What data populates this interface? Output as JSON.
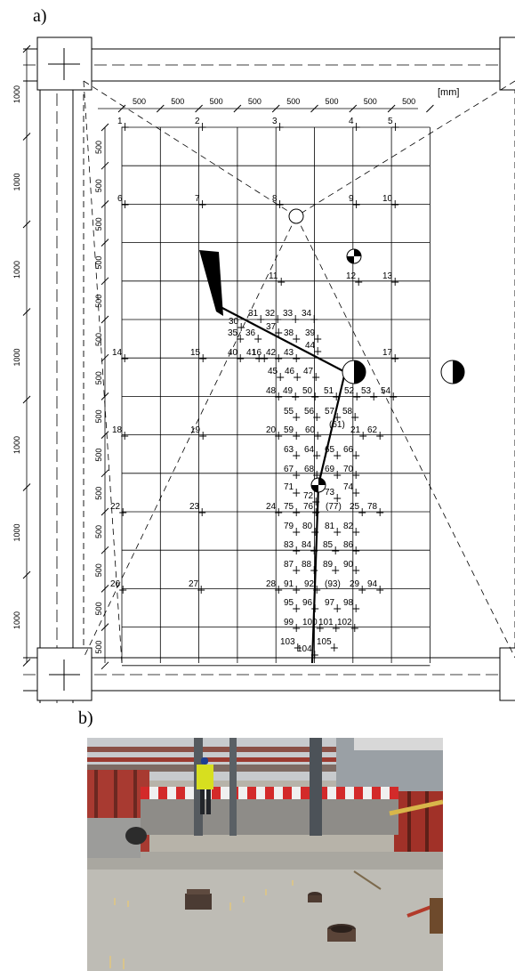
{
  "panel_a_label": "a)",
  "panel_b_label": "b)",
  "unit_label": "[mm]",
  "top_spacing_labels": [
    "500",
    "500",
    "500",
    "500",
    "500",
    "500",
    "500",
    "500"
  ],
  "left_side_labels": [
    "1000",
    "1000",
    "1000",
    "1000",
    "1000",
    "1000",
    "1000"
  ],
  "left_row_labels": [
    "500",
    "500",
    "500",
    "500",
    "500",
    "500",
    "500",
    "500",
    "500",
    "500",
    "500",
    "500",
    "500",
    "500"
  ],
  "point_labels": [
    "1",
    "2",
    "3",
    "4",
    "5",
    "6",
    "7",
    "8",
    "9",
    "10",
    "11",
    "12",
    "13",
    "14",
    "15",
    "16",
    "17",
    "18",
    "19",
    "20",
    "21",
    "22",
    "23",
    "24",
    "25",
    "26",
    "27",
    "28",
    "29",
    "30",
    "31",
    "32",
    "33",
    "34",
    "35",
    "36",
    "37",
    "38",
    "39",
    "40",
    "41",
    "42",
    "43",
    "44",
    "45",
    "46",
    "47",
    "48",
    "49",
    "50",
    "51",
    "52",
    "53",
    "54",
    "55",
    "56",
    "57",
    "58",
    "59",
    "60",
    "(61)",
    "62",
    "63",
    "64",
    "65",
    "66",
    "67",
    "68",
    "69",
    "70",
    "71",
    "72",
    "73",
    "74",
    "75",
    "76",
    "(77)",
    "78",
    "79",
    "80",
    "81",
    "82",
    "83",
    "84",
    "85",
    "86",
    "87",
    "88",
    "89",
    "90",
    "91",
    "92",
    "(93)",
    "94",
    "95",
    "96",
    "97",
    "98",
    "99",
    "100",
    "101",
    "102",
    "103",
    "104",
    "105"
  ],
  "colors": {
    "line": "#000000",
    "barrier_red": "#d32a2a",
    "barrier_white": "#f2f2f2",
    "scaffold_red": "#b53a2c",
    "sky": "#c9ccd0",
    "slab": "#b9b6ae",
    "jacket": "#e3e826"
  }
}
